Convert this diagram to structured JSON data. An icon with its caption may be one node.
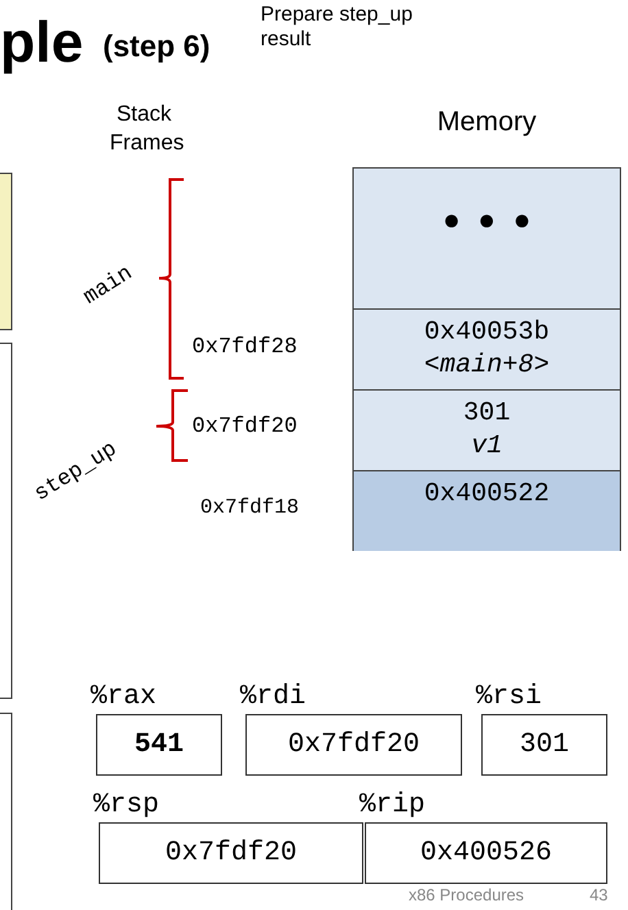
{
  "diagram": {
    "nodes": [
      {
        "text": [],
        "shape": "box"
      },
      {
        "text": [],
        "shape": "box"
      },
      {
        "text": [],
        "shape": "box"
      },
      {
        "text": [
          "Memory"
        ]
      },
      {
        "text": [
          "• • •"
        ],
        "in": 3
      },
      {
        "text": [
          "0x40053b",
          "<main+8>"
        ],
        "in": 3
      },
      {
        "text": [
          "301",
          "v1"
        ],
        "in": 3
      },
      {
        "text": [
          "0x400522"
        ],
        "in": 3
      },
      {
        "text": [
          "%rax",
          "541"
        ]
      },
      {
        "text": [
          "%rdi",
          "0x7fdf20"
        ]
      },
      {
        "text": [
          "%rsi",
          "301"
        ]
      },
      {
        "text": [
          "%rsp",
          "0x7fdf20"
        ]
      },
      {
        "text": [
          "%rip",
          "0x400526"
        ]
      }
    ],
    "labels": [
      "ple",
      "(step 6)",
      "Prepare step_up result",
      "Stack Frames",
      "main",
      "0x7fdf28",
      "step_up",
      "0x7fdf20",
      "0x7fdf18",
      "x86 Procedures",
      "43"
    ]
  }
}
